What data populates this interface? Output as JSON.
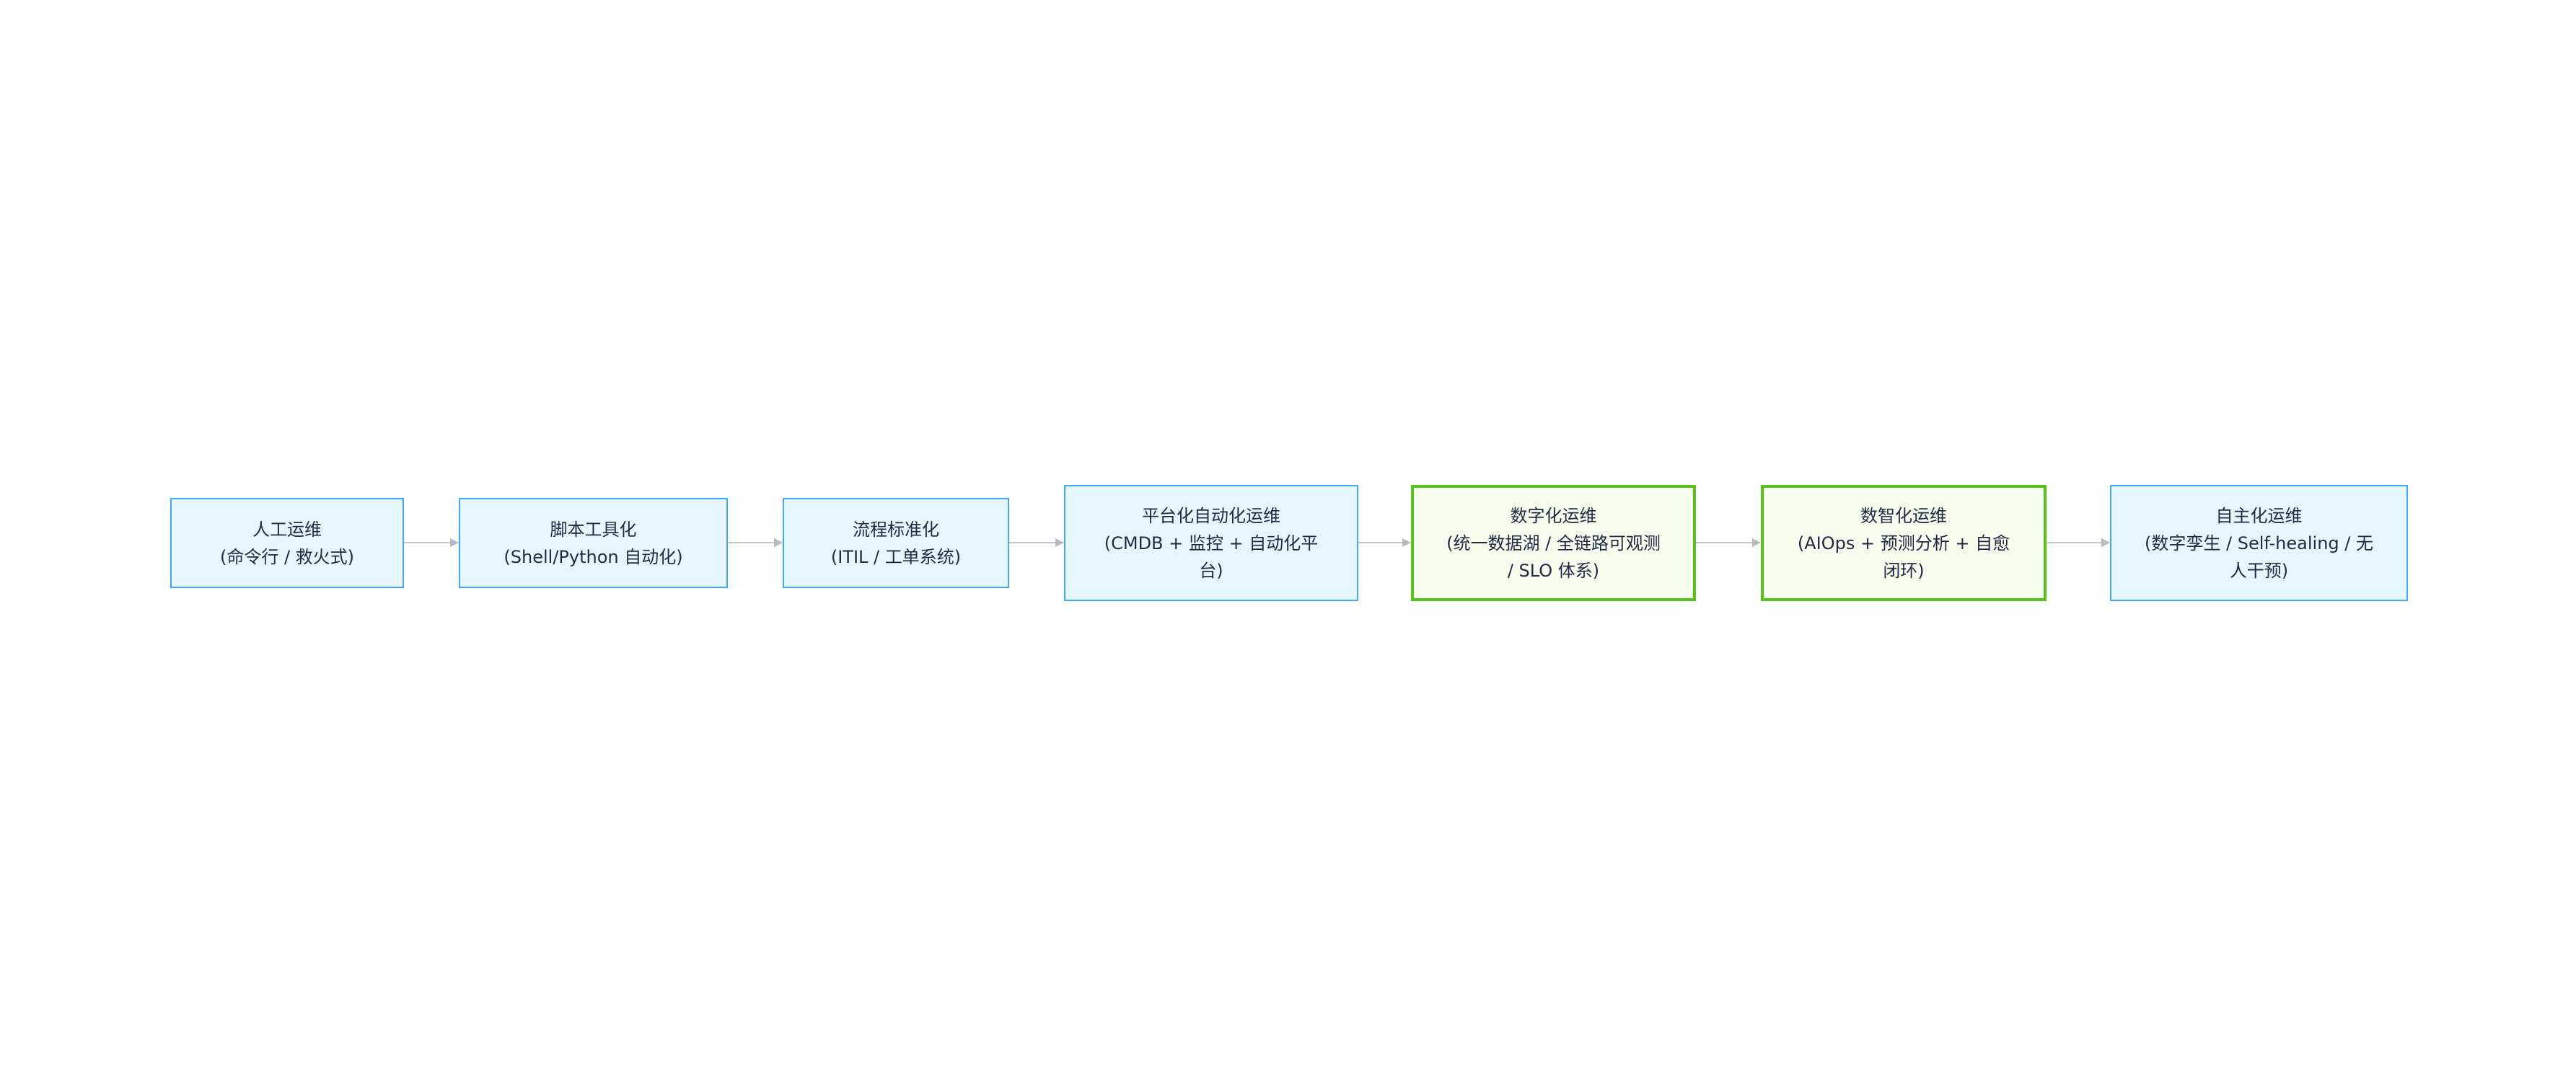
{
  "diagram": {
    "type": "flowchart",
    "direction": "left-to-right",
    "colors": {
      "standard_fill": "#e6f7ff",
      "standard_border": "#40a9ff",
      "highlight_fill": "#f6ffed",
      "highlight_border": "#52c41a",
      "edge": "#b8b8c4",
      "text": "#1f2a44"
    },
    "nodes": [
      {
        "id": "n1",
        "title": "人工运维",
        "detail": "(命令行 / 救火式)",
        "style": "standard"
      },
      {
        "id": "n2",
        "title": "脚本工具化",
        "detail": "(Shell/Python 自动化)",
        "style": "standard"
      },
      {
        "id": "n3",
        "title": "流程标准化",
        "detail": "(ITIL / 工单系统)",
        "style": "standard"
      },
      {
        "id": "n4",
        "title": "平台化自动化运维",
        "detail": "(CMDB + 监控 + 自动化平台)",
        "style": "standard"
      },
      {
        "id": "n5",
        "title": "数字化运维",
        "detail": "(统一数据湖 / 全链路可观测 / SLO 体系)",
        "style": "highlight"
      },
      {
        "id": "n6",
        "title": "数智化运维",
        "detail": "(AIOps + 预测分析 + 自愈闭环)",
        "style": "highlight"
      },
      {
        "id": "n7",
        "title": "自主化运维",
        "detail": "(数字孪生 / Self-healing / 无人干预)",
        "style": "standard"
      }
    ],
    "edges": [
      {
        "from": "n1",
        "to": "n2"
      },
      {
        "from": "n2",
        "to": "n3"
      },
      {
        "from": "n3",
        "to": "n4"
      },
      {
        "from": "n4",
        "to": "n5"
      },
      {
        "from": "n5",
        "to": "n6"
      },
      {
        "from": "n6",
        "to": "n7"
      }
    ]
  }
}
